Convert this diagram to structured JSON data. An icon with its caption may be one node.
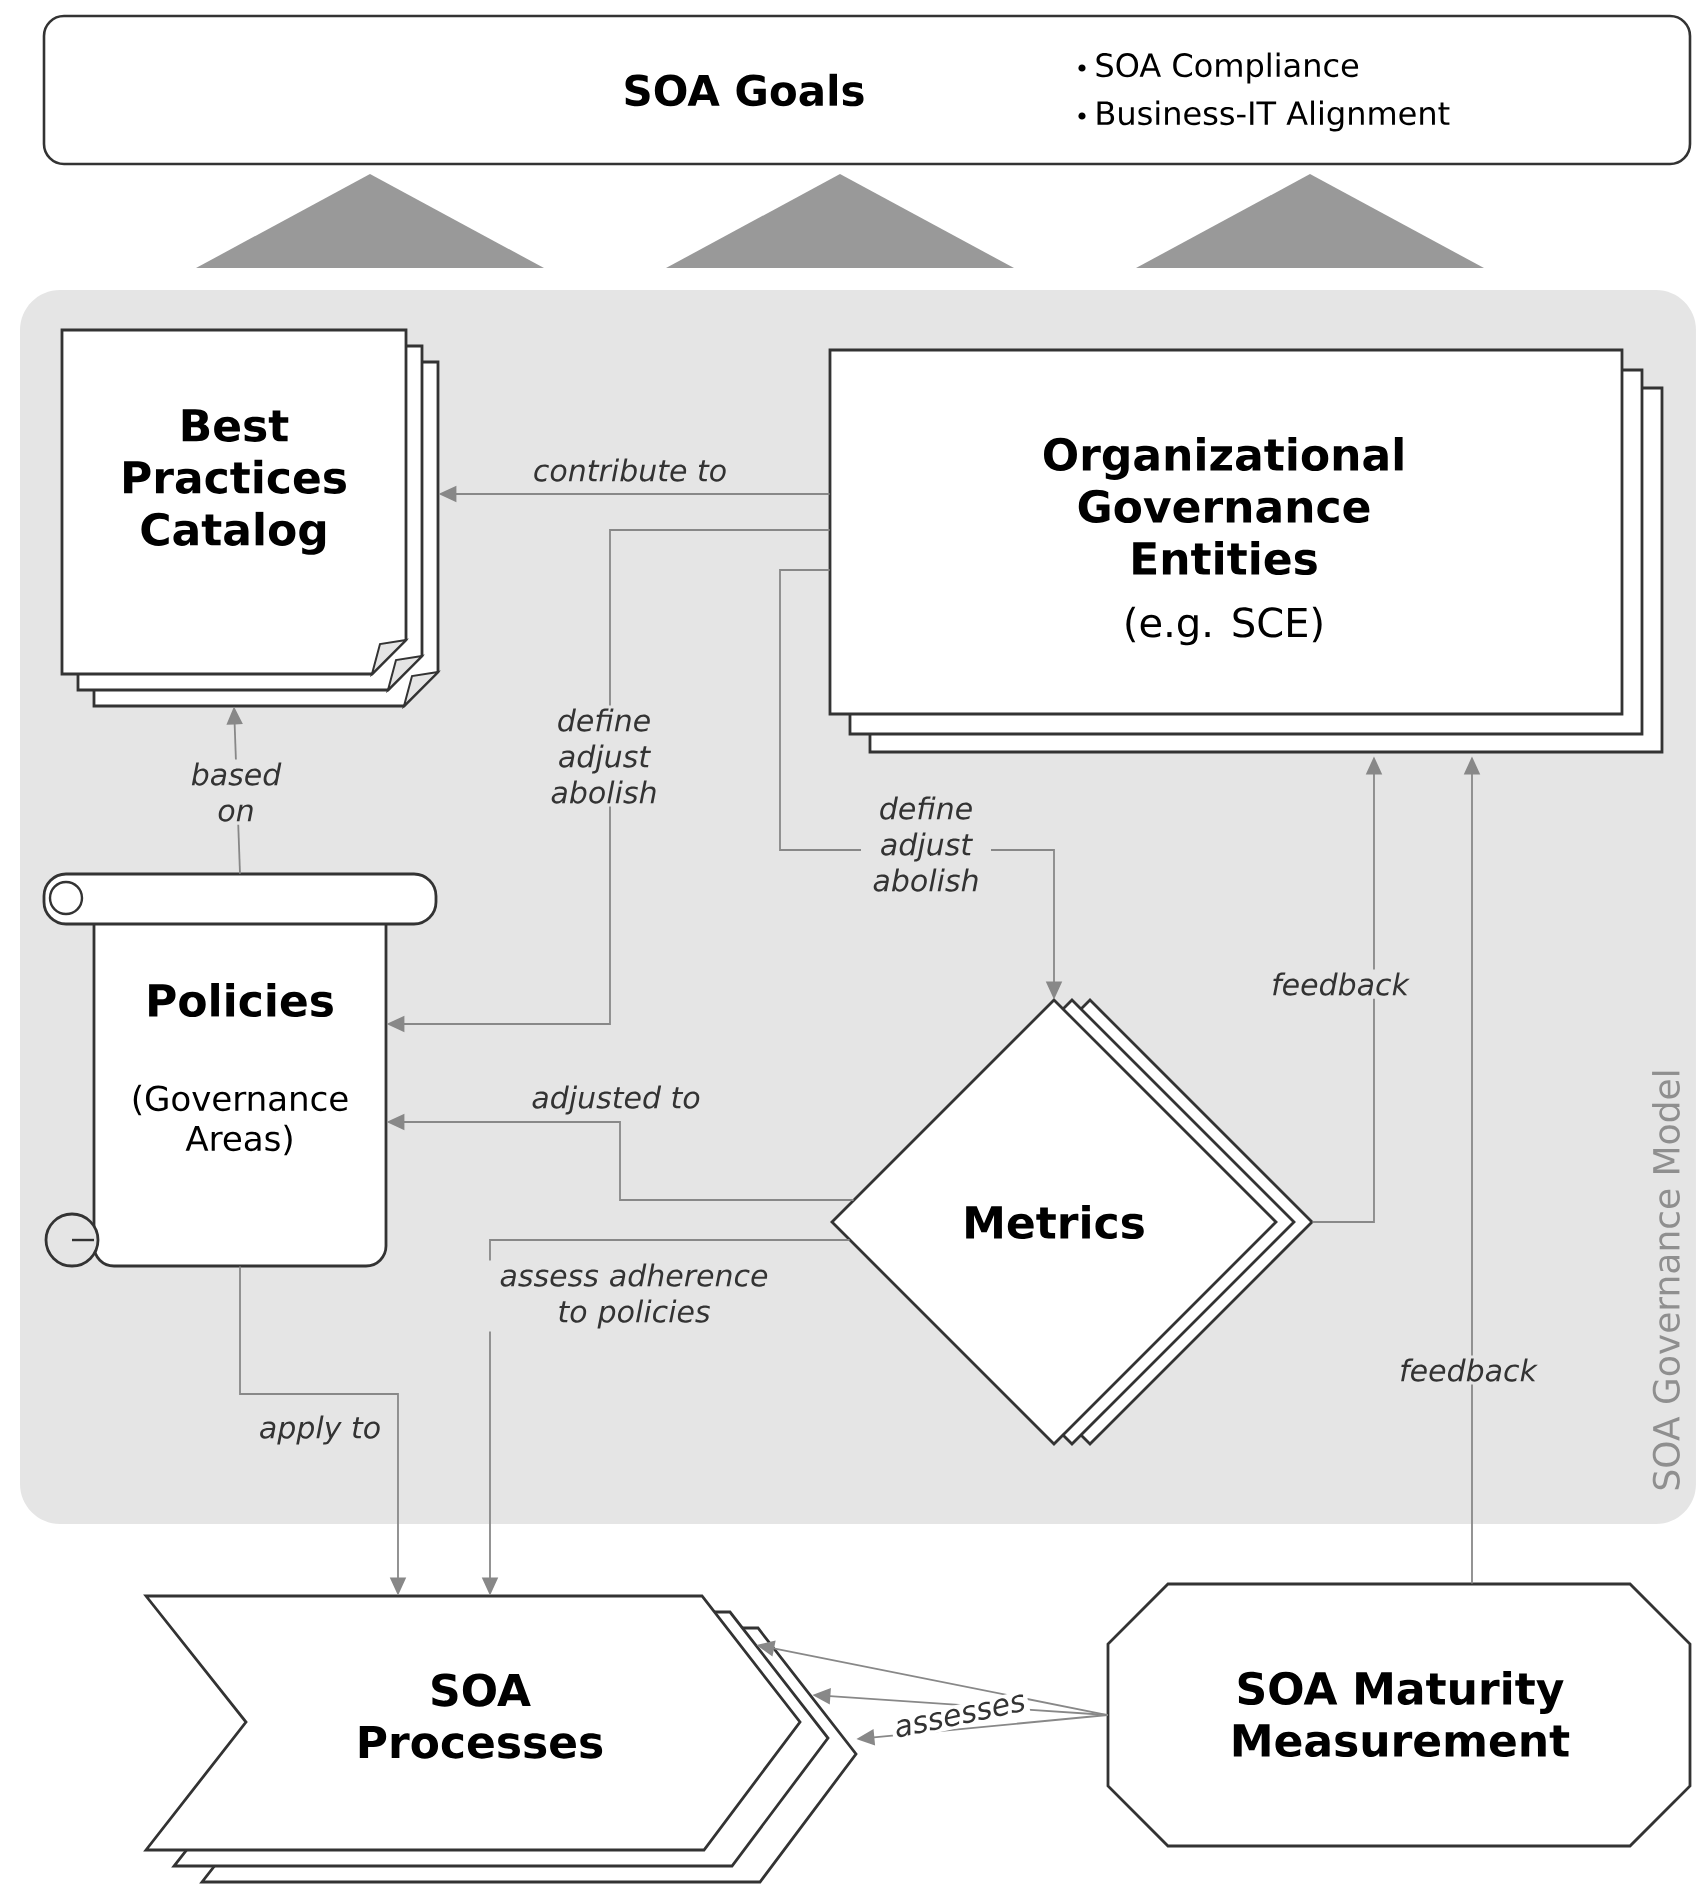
{
  "diagram": {
    "nodes": [
      {
        "text": [
          "SOA Goals",
          "SOA Compliance",
          "Business-IT Alignment"
        ]
      },
      {
        "text": [
          "SOA Governance Model"
        ]
      },
      {
        "text": [
          "Best Practices Catalog"
        ],
        "in": 1
      },
      {
        "text": [
          "Organizational Governance Entities",
          "(e.g. SCE)"
        ],
        "in": 1
      },
      {
        "text": [
          "Policies",
          "(Governance Areas)"
        ],
        "in": 1
      },
      {
        "text": [
          "Metrics"
        ],
        "in": 1
      },
      {
        "text": [
          "SOA Processes"
        ]
      },
      {
        "text": [
          "SOA Maturity Measurement"
        ]
      }
    ],
    "edges": [
      {
        "from": 3,
        "to": 2,
        "arrow": "to",
        "label": "contribute to"
      },
      {
        "from": 3,
        "to": 4,
        "arrow": "to",
        "label": "define adjust abolish"
      },
      {
        "from": 3,
        "to": 5,
        "arrow": "to",
        "label": "define adjust abolish"
      },
      {
        "from": 4,
        "to": 2,
        "arrow": "to",
        "label": "based on"
      },
      {
        "from": 5,
        "to": 4,
        "arrow": "to",
        "label": "adjusted to"
      },
      {
        "from": 5,
        "to": 6,
        "arrow": "to",
        "label": "assess adherence to policies"
      },
      {
        "from": 4,
        "to": 6,
        "arrow": "to",
        "label": "apply to"
      },
      {
        "from": 5,
        "to": 3,
        "arrow": "to",
        "label": "feedback"
      },
      {
        "from": 7,
        "to": 3,
        "arrow": "to",
        "label": "feedback"
      },
      {
        "from": 7,
        "to": 6,
        "arrow": "to"
      },
      {
        "from": 7,
        "to": 6,
        "arrow": "to"
      },
      {
        "from": 7,
        "to": 6,
        "arrow": "to",
        "label": "assesses"
      }
    ]
  }
}
